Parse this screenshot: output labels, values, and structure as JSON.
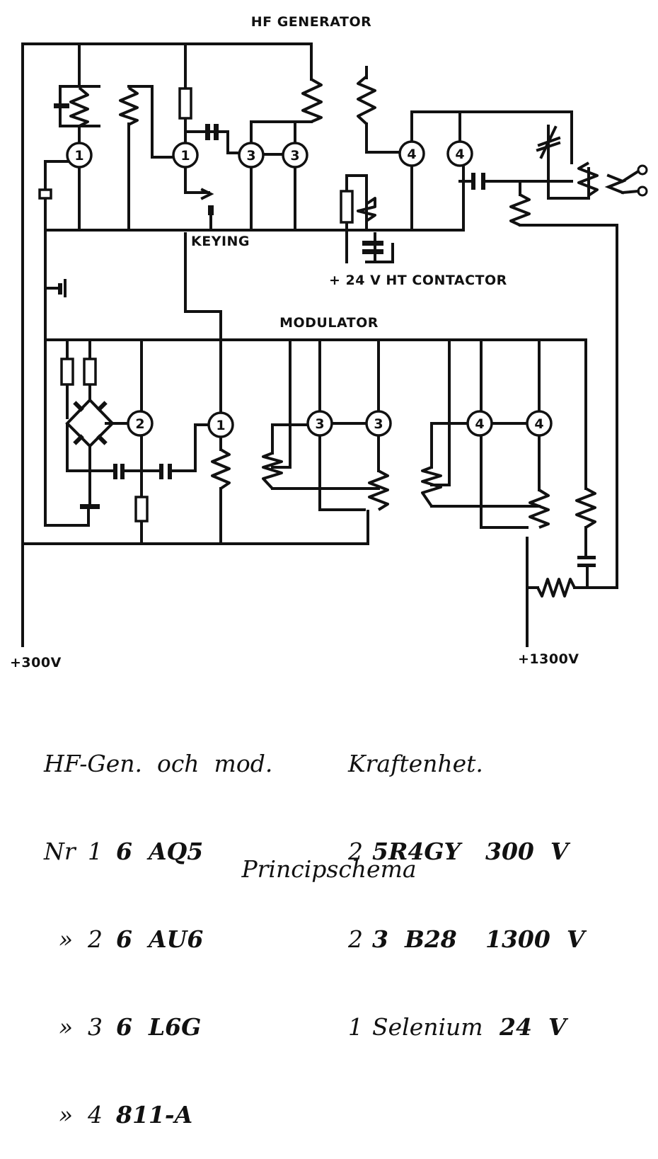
{
  "schematic": {
    "labels": {
      "hf_generator": "HF GENERATOR",
      "keying": "KEYING",
      "ht_contactor": "+ 24 V  HT CONTACTOR",
      "modulator": "MODULATOR",
      "v300": "+300V",
      "v1300": "+1300V"
    },
    "tube_numbers": {
      "hf_1a": "1",
      "hf_1b": "1",
      "hf_3a": "3",
      "hf_3b": "3",
      "hf_4a": "4",
      "hf_4b": "4",
      "mod_2": "2",
      "mod_1": "1",
      "mod_3a": "3",
      "mod_3b": "3",
      "mod_4a": "4",
      "mod_4b": "4"
    }
  },
  "legend_left": {
    "title": "HF-Gen.  och  mod.",
    "rows": [
      {
        "prefix": "Nr",
        "num": "1",
        "type": "6  AQ5"
      },
      {
        "prefix": "»",
        "num": "2",
        "type": "6  AU6"
      },
      {
        "prefix": "»",
        "num": "3",
        "type": "6  L6G"
      },
      {
        "prefix": "»",
        "num": "4",
        "type": "811-A"
      }
    ]
  },
  "legend_right": {
    "title": "Kraftenhet.",
    "rows": [
      {
        "count": "2",
        "type": "5R4GY",
        "voltage": "300  V"
      },
      {
        "count": "2",
        "type": "3  B28",
        "voltage": "1300  V"
      },
      {
        "count": "1",
        "type": "Selenium",
        "voltage": "24  V"
      }
    ]
  },
  "caption": "Principschema"
}
